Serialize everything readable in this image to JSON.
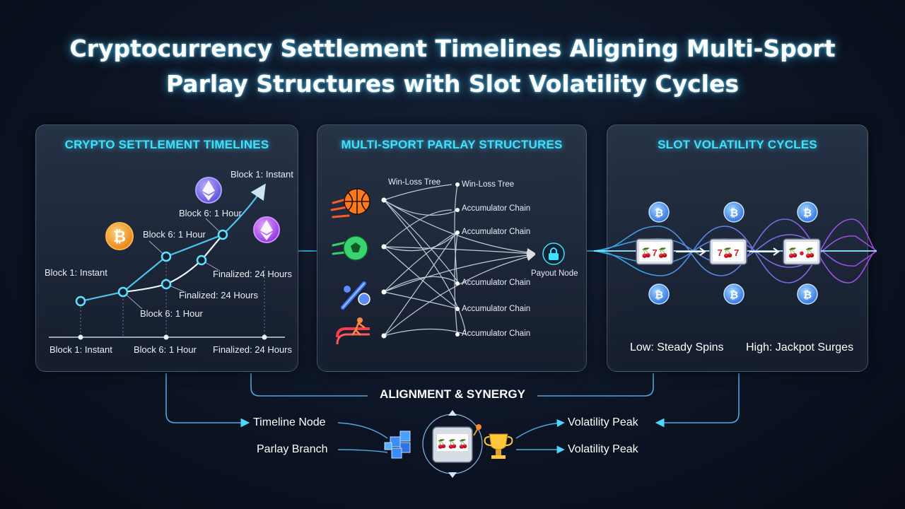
{
  "title": {
    "line1": "Cryptocurrency Settlement Timelines Aligning Multi-Sport",
    "line2": "Parlay Structures with Slot Volatility Cycles"
  },
  "panels": {
    "crypto": {
      "title": "CRYPTO SETTLEMENT TIMELINES",
      "chart_labels": [
        "Block 1: Instant",
        "Block 6: 1 Hour",
        "Block 6: 1 Hour",
        "Block 1: Instant",
        "Finalized: 24 Hours",
        "Finalized: 24 Hours",
        "Block 6: 1 Hour"
      ],
      "axis_labels": [
        "Block 1: Instant",
        "Block 6: 1 Hour",
        "Finalized: 24 Hours"
      ],
      "coins": [
        "bitcoin-icon",
        "ethereum-icon",
        "ethereum-icon"
      ]
    },
    "parlay": {
      "title": "MULTI-SPORT PARLAY STRUCTURES",
      "left_label": "Win-Loss Tree",
      "branches": [
        "Win-Loss Tree",
        "Accumulator Chain",
        "Accumulator Chain",
        "Accumulator Chain",
        "Accumulator Chain",
        "Accumulator Chain"
      ],
      "payout": "Payout Node",
      "sports": [
        "basketball-icon",
        "soccer-ball-icon",
        "baseball-icon",
        "running-track-icon"
      ]
    },
    "slots": {
      "title": "SLOT VOLATILITY CYCLES",
      "low": "Low: Steady Spins",
      "high": "High: Jackpot Surges"
    }
  },
  "bottom": {
    "center": "ALIGNMENT & SYNERGY",
    "left_top": "Timeline Node",
    "left_bottom": "Parlay Branch",
    "right_top": "Volatility Peak",
    "right_bottom": "Volatility Peak"
  },
  "colors": {
    "accent": "#3fe0ff",
    "bitcoin": "#f7931a",
    "ethereum": "#7b6cff",
    "purple_coin": "#a64bff"
  }
}
